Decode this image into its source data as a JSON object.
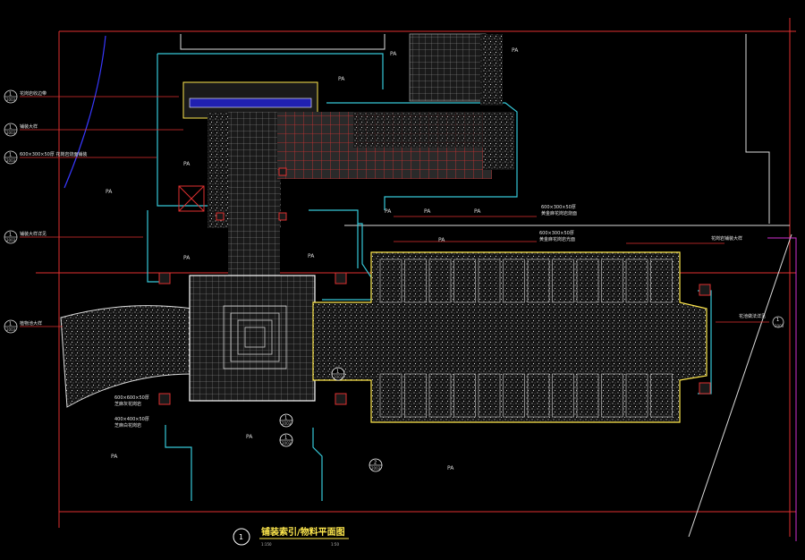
{
  "drawing": {
    "title": "铺装索引/物料平面图",
    "title_number": "1",
    "scale_left": "1:150",
    "scale_right": "1:50"
  },
  "zone_labels": [
    "PA",
    "PA",
    "PA",
    "PA",
    "PA",
    "PA",
    "PA",
    "PA",
    "PA",
    "PA",
    "PA",
    "PA",
    "PA",
    "PA"
  ],
  "callouts_left": [
    {
      "num": "1",
      "sheet": "2003",
      "text": "花岗岩收边带"
    },
    {
      "num": "1",
      "sheet": "2003",
      "text": "铺装大样"
    },
    {
      "num": "1",
      "sheet": "2003",
      "text": "600×300×50厚 花岗岩烧面铺装"
    },
    {
      "num": "1",
      "sheet": "2003",
      "text": "铺装大样详见"
    },
    {
      "num": "1",
      "sheet": "2003",
      "text": "植物池大样"
    }
  ],
  "callouts_center": [
    {
      "text": "600×300×50厚"
    },
    {
      "text": "黄金麻花岗岩烧面"
    },
    {
      "text": "600×300×50厚"
    },
    {
      "text": "黄金麻花岗岩光面"
    }
  ],
  "callouts_right": [
    {
      "num": "1",
      "sheet": "2003",
      "text": "花岗岩铺装大样"
    },
    {
      "num": "1",
      "sheet": "2003",
      "text": "花池做法详见"
    }
  ],
  "lower_notes": [
    {
      "text": "600×600×50厚"
    },
    {
      "text": "芝麻灰花岗岩"
    },
    {
      "text": "400×400×50厚"
    },
    {
      "text": "芝麻白花岗岩"
    }
  ],
  "section_marks": [
    {
      "num": "1",
      "sheet": "2003"
    },
    {
      "num": "1",
      "sheet": "2003"
    },
    {
      "num": "1",
      "sheet": "2003"
    },
    {
      "num": "2",
      "sheet": "2003"
    }
  ]
}
